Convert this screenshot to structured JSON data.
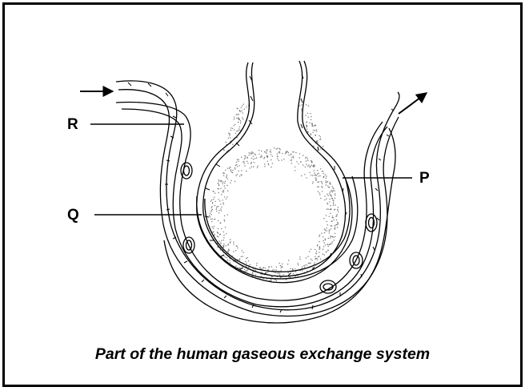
{
  "labels": {
    "r": "R",
    "q": "Q",
    "p": "P"
  },
  "caption": "Part of the human gaseous exchange system",
  "colors": {
    "ink": "#000000",
    "background": "#ffffff"
  }
}
